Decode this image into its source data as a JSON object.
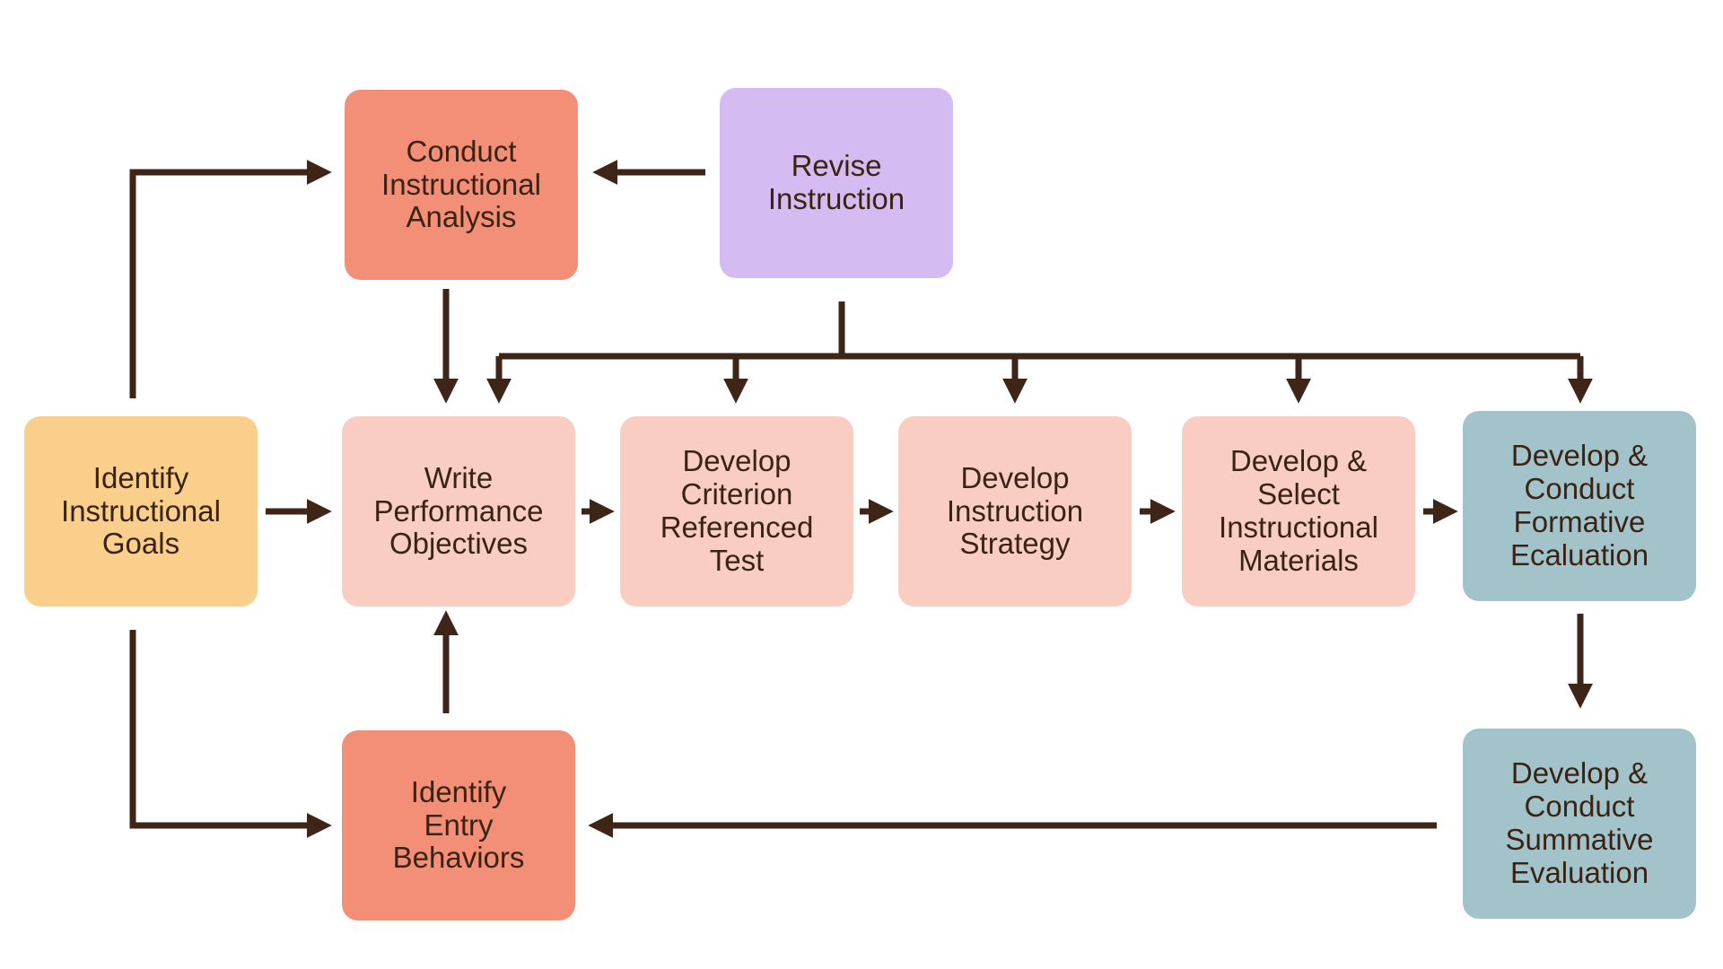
{
  "diagram": {
    "nodes": {
      "identify_goals": {
        "label": "Identify\nInstructional\nGoals",
        "color": "#F9CF8B"
      },
      "conduct_analysis": {
        "label": "Conduct\nInstructional\nAnalysis",
        "color": "#F28F76"
      },
      "revise": {
        "label": "Revise\nInstruction",
        "color": "#D4BCF2"
      },
      "write_objectives": {
        "label": "Write\nPerformance\nObjectives",
        "color": "#F9CDC2"
      },
      "criterion_test": {
        "label": "Develop\nCriterion\nReferenced\nTest",
        "color": "#F9CDC2"
      },
      "strategy": {
        "label": "Develop\nInstruction\nStrategy",
        "color": "#F9CDC2"
      },
      "materials": {
        "label": "Develop & Select\nInstructional\nMaterials",
        "color": "#F9CDC2"
      },
      "formative": {
        "label": "Develop &\nConduct\nFormative\nEcaluation",
        "color": "#A3C3CB"
      },
      "entry_behaviors": {
        "label": "Identify\nEntry\nBehaviors",
        "color": "#F28F76"
      },
      "summative": {
        "label": "Develop &\nConduct\nSummative\nEvaluation",
        "color": "#A3C3CB"
      }
    },
    "arrow_color": "#3E2518"
  }
}
